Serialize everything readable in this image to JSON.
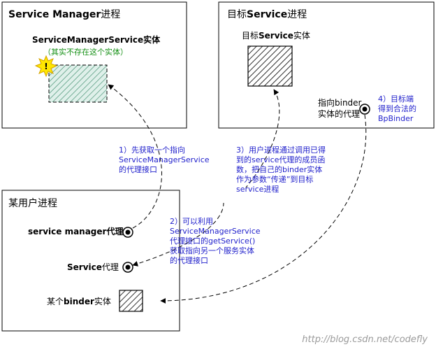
{
  "boxes": {
    "service_manager": {
      "title": "Service Manager进程",
      "entity_label": "ServiceManagerService实体",
      "entity_note": "（其实不存在这个实体）",
      "warning_glyph": "!"
    },
    "target": {
      "title": "目标Service进程",
      "entity_label": "目标Service实体",
      "binder_ref_line1": "指向binder",
      "binder_ref_line2": "实体的代理"
    },
    "user": {
      "title": "某用户进程",
      "sm_proxy_label": "service manager代理",
      "service_proxy_label": "Service代理",
      "binder_entity_label": "某个binder实体"
    }
  },
  "notes": {
    "step1": [
      "1）先获取一个指向",
      "ServiceManagerService",
      "的代理接口"
    ],
    "step2": [
      "2）可以利用",
      "ServiceManagerService",
      "代理接口的getService()",
      "获取指向另一个服务实体",
      "的代理接口"
    ],
    "step3": [
      "3）用户进程通过调用已得",
      "到的service代理的成员函",
      "数，把自己的binder实体",
      "作为参数“传递”到目标",
      "service进程"
    ],
    "step4": [
      "4）目标端",
      "得到合法的",
      "BpBinder"
    ]
  },
  "watermark": "http://blog.csdn.net/codefly",
  "colors": {
    "note_text": "#2222cc",
    "green_text": "#159015",
    "ghost_fill": "#dff0ea",
    "ghost_hatch": "#3a8a6a",
    "warning_fill": "#ffe600"
  }
}
